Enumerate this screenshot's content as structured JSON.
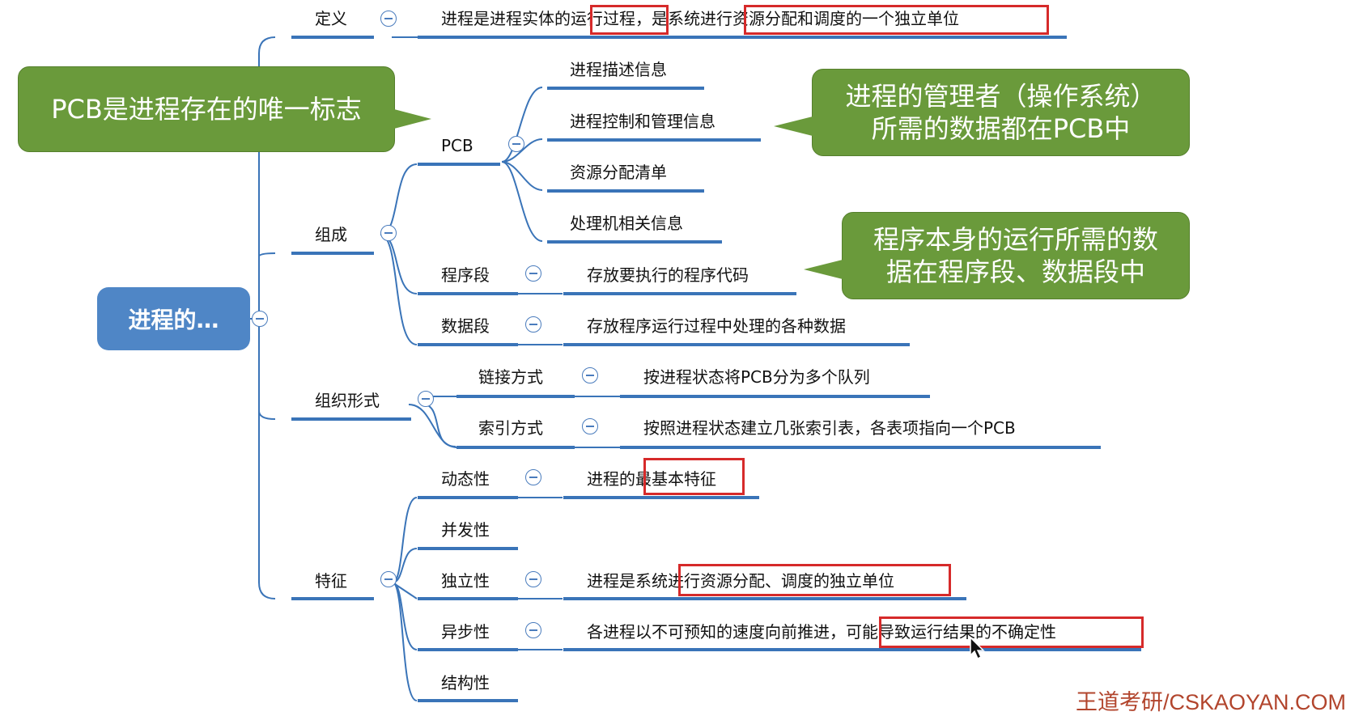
{
  "root": "进程的…",
  "branches": {
    "definition": {
      "label": "定义",
      "text_plain": "进程是进程实体的",
      "text_box1": "运行过程",
      "text_mid": "，是系统",
      "text_box2": "进行资源分配和调度的一个独立单位"
    },
    "composition": {
      "label": "组成",
      "pcb": {
        "label": "PCB",
        "items": [
          "进程描述信息",
          "进程控制和管理信息",
          "资源分配清单",
          "处理机相关信息"
        ]
      },
      "program_segment": {
        "label": "程序段",
        "text": "存放要执行的程序代码"
      },
      "data_segment": {
        "label": "数据段",
        "text": "存放程序运行过程中处理的各种数据"
      }
    },
    "organization": {
      "label": "组织形式",
      "linked": {
        "label": "链接方式",
        "text": "按进程状态将PCB分为多个队列"
      },
      "indexed": {
        "label": "索引方式",
        "text": "按照进程状态建立几张索引表，各表项指向一个PCB"
      }
    },
    "features": {
      "label": "特征",
      "dynamic": {
        "label": "动态性",
        "text_plain": "进程的",
        "text_box": "最基本特征"
      },
      "concurrent": {
        "label": "并发性"
      },
      "independent": {
        "label": "独立性",
        "text_plain": "进程是系统",
        "text_box": "进行资源分配、调度的独立单位"
      },
      "asynchronous": {
        "label": "异步性",
        "text_plain": "各进程以不可预知的速度向前推进，",
        "text_box": "可能导致运行结果的不确定性"
      },
      "structural": {
        "label": "结构性"
      }
    }
  },
  "callouts": {
    "pcb_unique": "PCB是进程存在的唯一标志",
    "manager_line1": "进程的管理者（操作系统）",
    "manager_line2": "所需的数据都在PCB中",
    "program_line1": "程序本身的运行所需的数",
    "program_line2": "据在程序段、数据段中"
  },
  "watermark": "王道考研/CSKAOYAN.COM",
  "colors": {
    "connector": "#3a74b8",
    "root_fill": "#4f86c6",
    "callout_fill": "#6a9a3b",
    "highlight_box": "#d62a2a",
    "watermark": "#b2452d"
  }
}
